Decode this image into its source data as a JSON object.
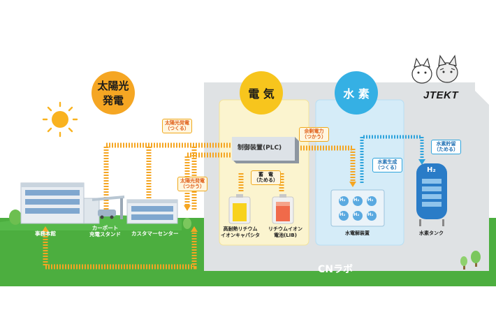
{
  "colors": {
    "ground": "#4cae3f",
    "lab_wall": "#dfe2e4",
    "electricity_zone": "#fbf4cf",
    "hydrogen_zone": "#d5ecf8",
    "power_flow": "#f5a623",
    "hydrogen_flow": "#2da3dc",
    "solar_circle": "#f5a623",
    "electric_circle": "#f7c51d",
    "hydrogen_circle": "#35b0e4"
  },
  "logo": "JTEKT",
  "circles": {
    "solar": [
      "太陽光",
      "発電"
    ],
    "electric": "電 気",
    "hydrogen": "水 素"
  },
  "buildings": {
    "hq": "事務本館",
    "carport": [
      "カーポート",
      "充電スタンド"
    ],
    "customer_center": "カスタマーセンター"
  },
  "flow_labels": {
    "solar_make": [
      "太陽光発電",
      "（つくる）"
    ],
    "solar_use": [
      "太陽光発電",
      "（つかう）"
    ],
    "surplus": [
      "余剰電力",
      "（つかう）"
    ],
    "storage": [
      "蓄　電",
      "（ためる）"
    ],
    "h2_make": [
      "水素生成",
      "（つくる）"
    ],
    "h2_store": [
      "水素貯留",
      "（ためる）"
    ]
  },
  "equipment": {
    "plc": "制御装置(PLC)",
    "capacitor": [
      "高耐熱リチウム",
      "イオンキャパシタ"
    ],
    "battery": [
      "リチウムイオン",
      "電池(LIB)"
    ],
    "electrolyzer": "水電解装置",
    "tank": "水素タンク",
    "h2_symbol": "H₂"
  },
  "lab_name": "CNラボ",
  "icons": [
    "sun-icon",
    "cat-icon"
  ]
}
